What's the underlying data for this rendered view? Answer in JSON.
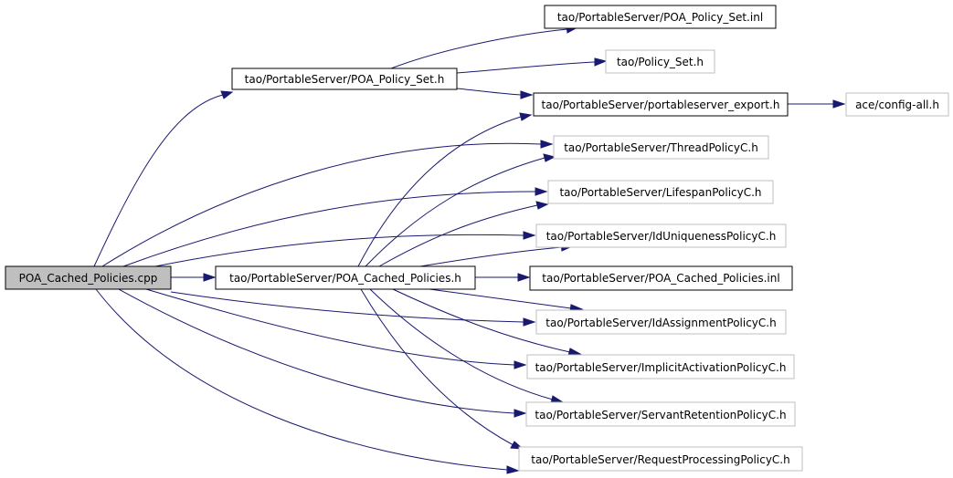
{
  "colors": {
    "edge": "#191970",
    "root_fill": "#bfbfbf",
    "documented_border": "#000000",
    "undocumented_border": "#bfbfbf",
    "background": "#ffffff"
  },
  "nodes": {
    "cpp": "POA_Cached_Policies.cpp",
    "policy_set_h": "tao/PortableServer/POA_Policy_Set.h",
    "policy_set_inl": "tao/PortableServer/POA_Policy_Set.inl",
    "tao_policy_set_h": "tao/Policy_Set.h",
    "export_h": "tao/PortableServer/portableserver_export.h",
    "config_all_h": "ace/config-all.h",
    "thread_policy_h": "tao/PortableServer/ThreadPolicyC.h",
    "lifespan_policy_h": "tao/PortableServer/LifespanPolicyC.h",
    "id_uniqueness_h": "tao/PortableServer/IdUniquenessPolicyC.h",
    "cached_policies_h": "tao/PortableServer/POA_Cached_Policies.h",
    "cached_policies_inl": "tao/PortableServer/POA_Cached_Policies.inl",
    "id_assignment_h": "tao/PortableServer/IdAssignmentPolicyC.h",
    "implicit_activation_h": "tao/PortableServer/ImplicitActivationPolicyC.h",
    "servant_retention_h": "tao/PortableServer/ServantRetentionPolicyC.h",
    "request_processing_h": "tao/PortableServer/RequestProcessingPolicyC.h"
  }
}
